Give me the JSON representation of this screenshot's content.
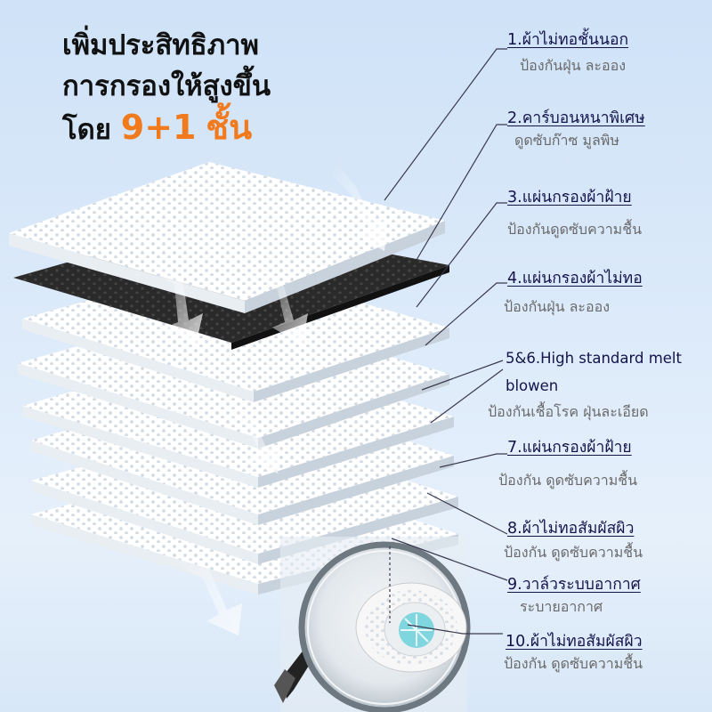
{
  "headline": {
    "line1": "เพิ่มประสิทธิภาพ",
    "line2": "การกรองให้สูงขึ้น",
    "line3_prefix": "โดย",
    "line3_highlight": "9+1",
    "line3_suffix": "ชั้น",
    "highlight_color": "#f07a1c"
  },
  "layers": [
    {
      "label": "1.ผ้าไม่ทอชั้นนอก",
      "desc": "ป้องกันฝุ่น ละออง"
    },
    {
      "label": "2.คาร์บอนหนาพิเศษ",
      "desc": "ดูดซับก๊าซ มูลพิษ"
    },
    {
      "label": "3.แผ่นกรองผ้าฝ้าย",
      "desc": "ป้องกันดูดซับความชื้น"
    },
    {
      "label": "4.แผ่นกรองผ้าไม่ทอ",
      "desc": "ป้องกันฝุ่น ละออง"
    },
    {
      "label": "5&6.High standard melt",
      "label2": "blowen",
      "desc": "ป้องกันเชื้อโรค ฝุ่นละเอียด"
    },
    {
      "label": "7.แผ่นกรองผ้าฝ้าย",
      "desc": "ป้องกัน ดูดซับความชื้น"
    },
    {
      "label": "8.ผ้าไม่ทอสัมผัสผิว",
      "desc": "ป้องกัน ดูดซับความชื้น"
    },
    {
      "label": "9.วาล์วระบบอากาศ",
      "desc": "ระบายอากาศ"
    },
    {
      "label": "10.ผ้าไม่ทอสัมผัสผิว",
      "desc": "ป้องกัน ดูดซับความชื้น"
    }
  ],
  "colors": {
    "filter_white": "#ffffff",
    "carbon": "#2a2a2a",
    "valve_center": "#7fd6df",
    "label_text": "#14144a",
    "desc_text": "#6a6a6a"
  },
  "icons": [
    "down-arrow-icon",
    "magnifier-icon"
  ]
}
